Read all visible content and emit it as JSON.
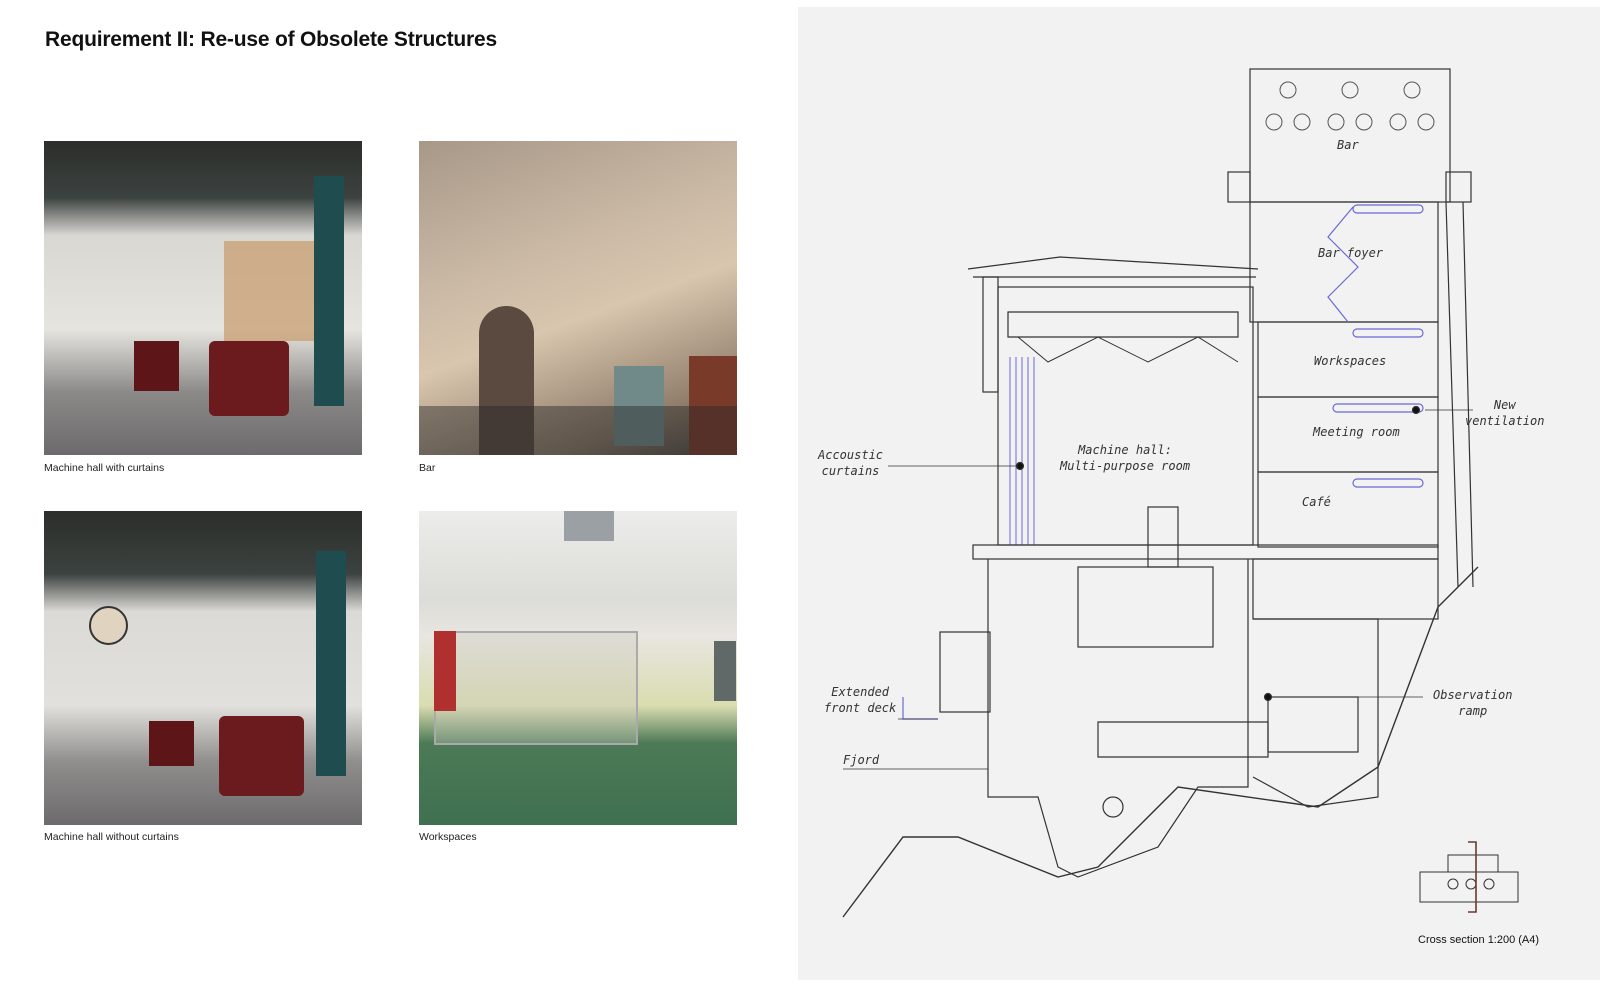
{
  "title": "Requirement II: Re-use of Obsolete Structures",
  "photos": [
    {
      "caption": "Machine hall with curtains"
    },
    {
      "caption": "Bar"
    },
    {
      "caption": "Machine hall without curtains"
    },
    {
      "caption": "Workspaces"
    }
  ],
  "section": {
    "rooms": {
      "bar": "Bar",
      "bar_foyer": "Bar foyer",
      "workspaces": "Workspaces",
      "meeting_room": "Meeting room",
      "cafe": "Café",
      "machine_hall_1": "Machine hall:",
      "machine_hall_2": "Multi-purpose room"
    },
    "annotations": {
      "new_ventilation_1": "New",
      "new_ventilation_2": "ventilation",
      "curtains_1": "Accoustic",
      "curtains_2": "curtains",
      "deck_1": "Extended",
      "deck_2": "front deck",
      "fjord": "Fjord",
      "ramp_1": "Observation",
      "ramp_2": "ramp"
    },
    "scale_label": "Cross section 1:200 (A4)",
    "accent_color": "#6a6ad8"
  }
}
